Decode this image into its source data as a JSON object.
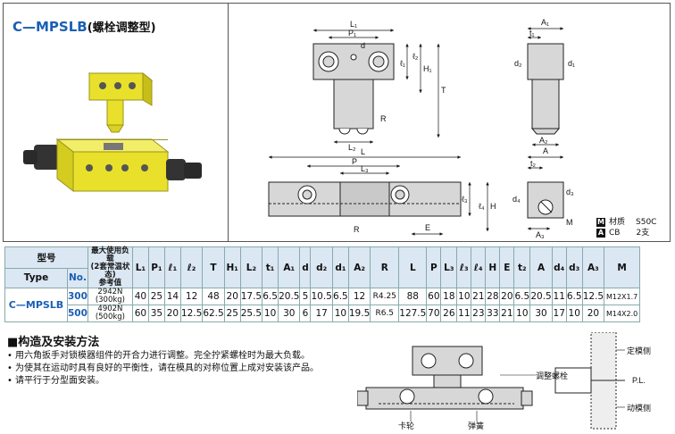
{
  "title": {
    "code": "C—MPSLB",
    "paren": "(螺栓调整型)"
  },
  "dims_top": {
    "L1": "L₁",
    "P1": "P₁",
    "d": "d",
    "l1": "ℓ₁",
    "l2": "ℓ₂",
    "H1": "H₁",
    "T": "T",
    "R": "R",
    "L2": "L₂",
    "A1": "A₁",
    "t1": "t₁",
    "d2": "d₂",
    "d1": "d₁",
    "A2": "A₂"
  },
  "dims_bottom": {
    "L": "L",
    "P": "P",
    "L3": "L₃",
    "l3": "ℓ₃",
    "l4": "ℓ₄",
    "H": "H",
    "R": "R",
    "E": "E",
    "A": "A",
    "t2": "t₂",
    "d4": "d₄",
    "d3": "d₃",
    "M": "M",
    "A3": "A₃"
  },
  "legend": {
    "material": {
      "icon": "M",
      "label": "材质",
      "value": "S50C"
    },
    "cb": {
      "icon": "A",
      "label": "CB",
      "value": "2支"
    }
  },
  "table": {
    "h_model": "型号",
    "h_type": "Type",
    "h_no": "No.",
    "h_load_1": "最大使用负载",
    "h_load_2": "(2套常温状态)",
    "h_load_3": "参考值",
    "cols": [
      "L₁",
      "P₁",
      "ℓ₁",
      "ℓ₂",
      "T",
      "H₁",
      "L₂",
      "t₁",
      "A₁",
      "d",
      "d₂",
      "d₁",
      "A₂",
      "R",
      "L",
      "P",
      "L₃",
      "ℓ₃",
      "ℓ₄",
      "H",
      "E",
      "t₂",
      "A",
      "d₄",
      "d₃",
      "A₃",
      "M"
    ],
    "type_name": "C—MPSLB",
    "rows": [
      {
        "no": "300",
        "load1": "2942N",
        "load2": "(300kg)",
        "vals": [
          "40",
          "25",
          "14",
          "12",
          "48",
          "20",
          "17.5",
          "6.5",
          "20.5",
          "5",
          "10.5",
          "6.5",
          "12",
          "R4.25",
          "88",
          "60",
          "18",
          "10",
          "21",
          "28",
          "20",
          "6.5",
          "20.5",
          "11",
          "6.5",
          "12.5",
          "M12X1.7"
        ]
      },
      {
        "no": "500",
        "load1": "4902N",
        "load2": "(500kg)",
        "vals": [
          "60",
          "35",
          "20",
          "12.5",
          "62.5",
          "25",
          "25.5",
          "10",
          "30",
          "6",
          "17",
          "10",
          "19.5",
          "R6.5",
          "127.5",
          "70",
          "26",
          "11",
          "23",
          "33",
          "21",
          "10",
          "30",
          "17",
          "10",
          "20",
          "M14X2.0"
        ]
      }
    ]
  },
  "section_title": "■构造及安装方法",
  "notes": [
    "用六角扳手对锁模器组件的开合力进行调整。完全拧紧螺栓时为最大负载。",
    "为使其在运动时具有良好的平衡性，请在模具的对称位置上成对安装该产品。",
    "请平行于分型面安装。"
  ],
  "install": {
    "adjust_bolt": "调整螺栓",
    "fixed_side": "定模侧",
    "pl": "P.L.",
    "moving_side": "动模侧",
    "latch": "卡轮",
    "spring": "弹簧"
  },
  "colors": {
    "accent": "#1a5fb4",
    "part_yellow": "#e8e02a",
    "table_header": "#dbe7f3"
  }
}
